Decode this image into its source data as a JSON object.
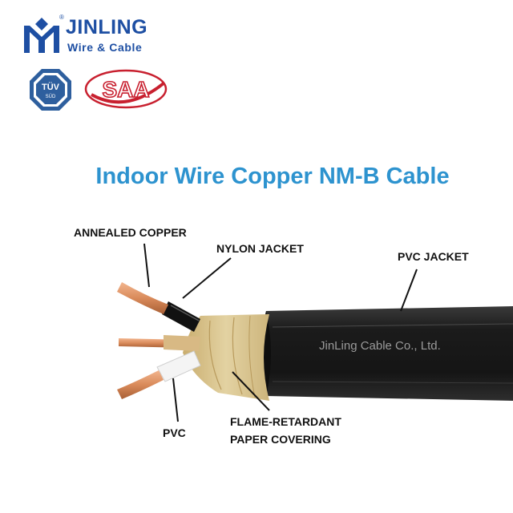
{
  "brand": {
    "name": "JINLING",
    "subtitle": "Wire & Cable",
    "registered_mark": "®"
  },
  "certifications": [
    {
      "name": "TÜV SÜD",
      "line1": "TÜV",
      "line2": "SÜD"
    },
    {
      "name": "SAA",
      "text": "SAA"
    }
  ],
  "diagram": {
    "title": "Indoor Wire Copper NM-B Cable",
    "labels": {
      "annealed_copper": "ANNEALED COPPER",
      "nylon_jacket": "NYLON JACKET",
      "pvc_jacket": "PVC JACKET",
      "pvc": "PVC",
      "paper_line1": "FLAME-RETARDANT",
      "paper_line2": "PAPER COVERING"
    },
    "jacket_print": "JinLing  Cable  Co.,  Ltd."
  },
  "colors": {
    "brand_blue": "#1e4fa3",
    "title_blue": "#2d93cf",
    "saa_red": "#c8202f",
    "jacket_black": "#1b1b1b",
    "paper_tan": "#dcc792",
    "copper": "#d98a5a"
  }
}
